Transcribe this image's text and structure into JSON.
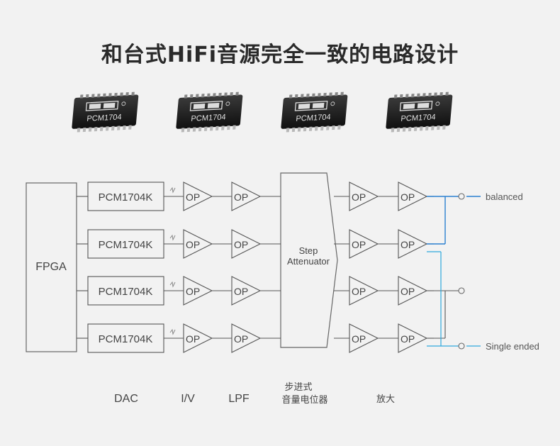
{
  "title": "和台式HiFi音源完全一致的电路设计",
  "chip_markings": [
    "PCM1704",
    "PCM1704",
    "PCM1704",
    "PCM1704"
  ],
  "fpga_label": "FPGA",
  "dac_labels": [
    "PCM1704K",
    "PCM1704K",
    "PCM1704K",
    "PCM1704K"
  ],
  "op_label": "OP",
  "attenuator_label": [
    "Step",
    "Attenuator"
  ],
  "outputs": {
    "balanced": "balanced",
    "single_ended": "Single ended"
  },
  "stages": {
    "dac": "DAC",
    "iv": "I/V",
    "lpf": "LPF",
    "attenuator_cn": [
      "步进式",
      "音量电位器"
    ],
    "amp": "放大"
  },
  "colors": {
    "line": "#555555",
    "balanced_line": "#2a7fd0",
    "single_line": "#2fa9dd",
    "box_stroke": "#666666"
  }
}
